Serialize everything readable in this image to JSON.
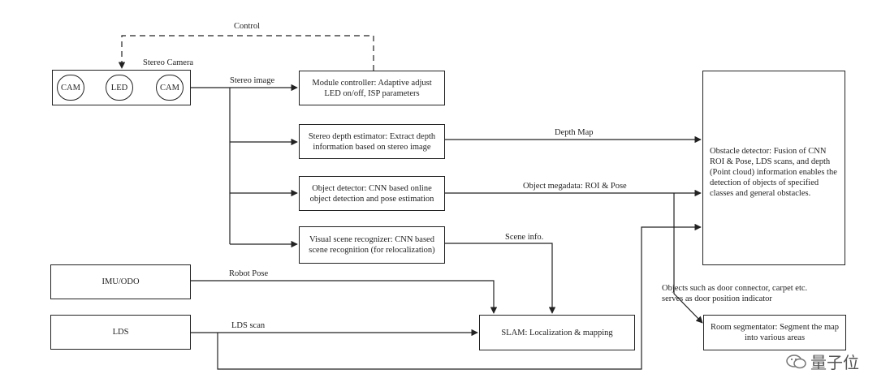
{
  "camera": {
    "title": "Stereo Camera",
    "left_cam": "CAM",
    "led": "LED",
    "right_cam": "CAM"
  },
  "edges": {
    "control": "Control",
    "stereo_image": "Stereo image",
    "depth_map": "Depth Map",
    "object_metadata": "Object megadata: ROI & Pose",
    "scene_info": "Scene info.",
    "robot_pose": "Robot Pose",
    "lds_scan": "LDS scan",
    "objects_note_1": "Objects such as door connector, carpet etc.",
    "objects_note_2": "serves as door position indicator"
  },
  "boxes": {
    "module_controller": "Module controller: Adaptive adjust LED on/off, ISP parameters",
    "depth_estimator": "Stereo depth estimator: Extract depth information based on stereo image",
    "object_detector": "Object detector: CNN based online object detection and pose estimation",
    "scene_recognizer": "Visual scene recognizer: CNN based scene recognition (for relocalization)",
    "imu_odo": "IMU/ODO",
    "lds": "LDS",
    "slam": "SLAM: Localization & mapping",
    "obstacle_detector": "Obstacle detector: Fusion of CNN ROI & Pose, LDS scans, and depth (Point cloud) information enables the detection of objects of specified classes and general obstacles.",
    "room_segmentator": "Room segmentator: Segment the map into various areas"
  },
  "watermark": "量子位"
}
